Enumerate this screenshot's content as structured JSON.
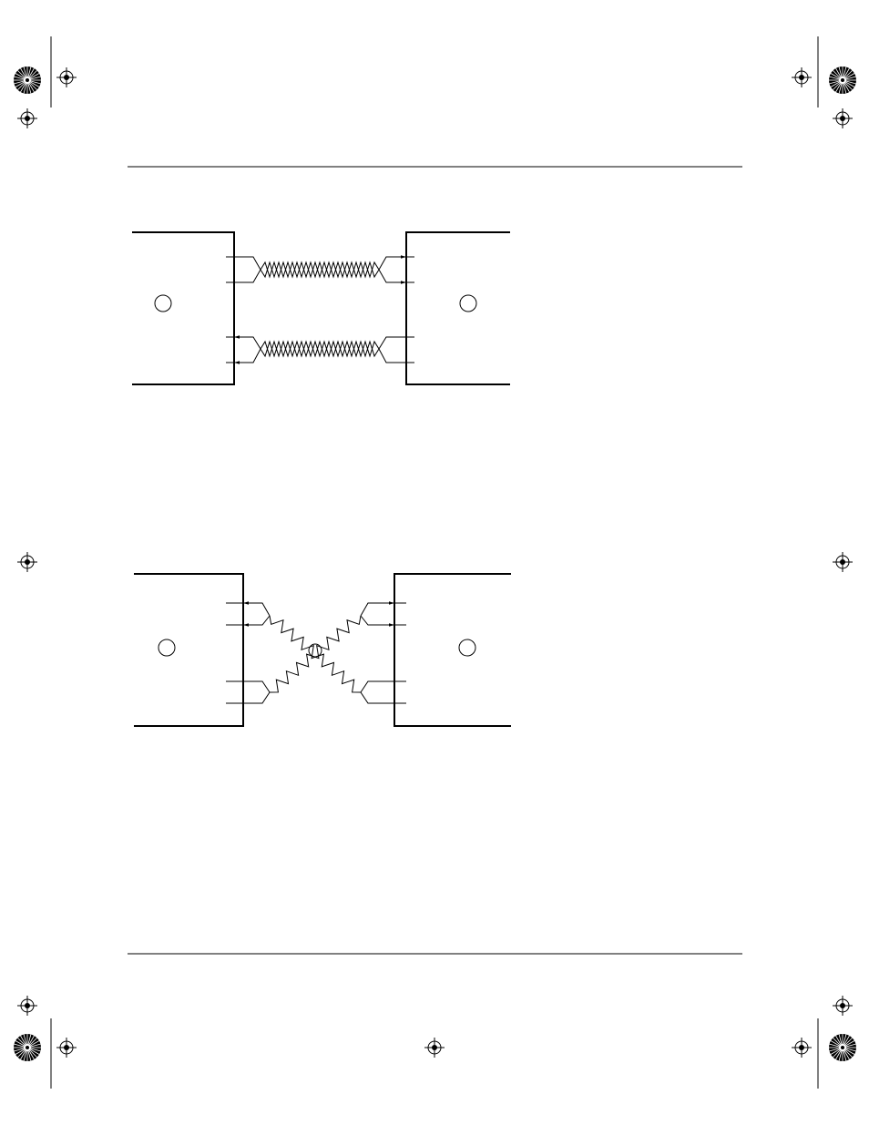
{
  "page": {
    "background": "#ffffff",
    "ink": "#000000"
  },
  "header_rule": {},
  "footer_rule": {},
  "registration_marks": {
    "icon": "crosshair-circle-icon",
    "sunburst_icon": "registration-sunburst-icon"
  },
  "figure_top": {
    "type": "straight-through-cable",
    "left_port_label": "",
    "right_port_label": "",
    "pairs": [
      {
        "direction": "left-to-right"
      },
      {
        "direction": "right-to-left"
      }
    ]
  },
  "figure_bottom": {
    "type": "crossover-cable",
    "left_port_label": "",
    "right_port_label": "",
    "pairs": [
      {
        "direction": "crossed"
      },
      {
        "direction": "crossed"
      }
    ]
  }
}
